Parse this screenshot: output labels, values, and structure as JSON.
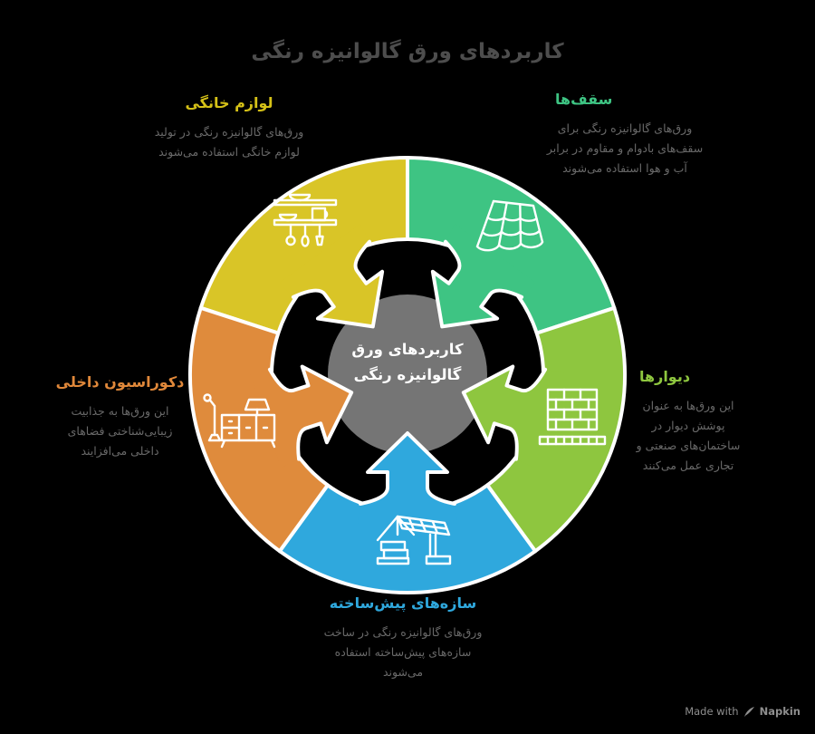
{
  "title": "کاربردهای ورق گالوانیزه رنگی",
  "center_circle": {
    "line1": "کاربردهای ورق",
    "line2": "گالوانیزه رنگی",
    "color": "#757575"
  },
  "segments": [
    {
      "key": "home-appliances",
      "label": "لوازم خانگی",
      "color": "#d9c527",
      "icon": "kitchen-shelf-icon",
      "description": "ورق‌های گالوانیزه رنگی در تولید لوازم خانگی استفاده می‌شوند"
    },
    {
      "key": "roofs",
      "label": "سقف‌ها",
      "color": "#3ec483",
      "icon": "roof-tiles-icon",
      "description": "ورق‌های گالوانیزه رنگی برای سقف‌های بادوام و مقاوم در برابر آب و هوا استفاده می‌شوند"
    },
    {
      "key": "walls",
      "label": "دیوارها",
      "color": "#8ec63f",
      "icon": "brick-wall-icon",
      "description": "این ورق‌ها به عنوان پوشش دیوار در ساختمان‌های صنعتی و تجاری عمل می‌کنند"
    },
    {
      "key": "prefab-structures",
      "label": "سازه‌های پیش‌ساخته",
      "color": "#2fa8dd",
      "icon": "prefab-house-icon",
      "description": "ورق‌های گالوانیزه رنگی در ساخت سازه‌های پیش‌ساخته استفاده می‌شوند"
    },
    {
      "key": "interior-decoration",
      "label": "دکوراسیون داخلی",
      "color": "#df8b3c",
      "icon": "furniture-icon",
      "description": "این ورق‌ها به جذابیت زیبایی‌شناختی فضاهای داخلی می‌افزایند"
    }
  ],
  "footer": {
    "made_with": "Made with",
    "brand": "Napkin"
  }
}
